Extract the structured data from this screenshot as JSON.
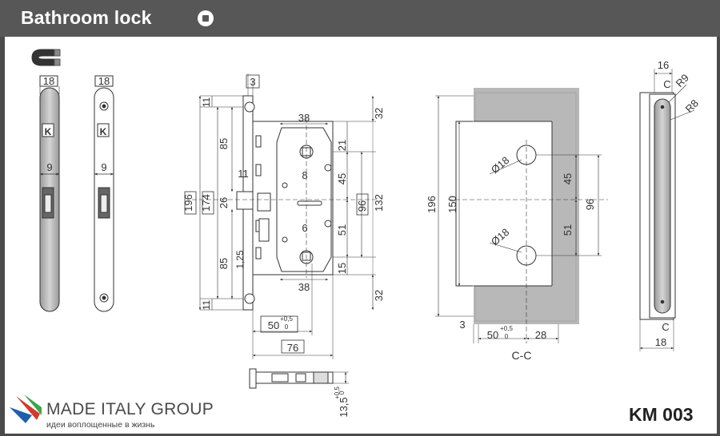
{
  "header": {
    "title": "Bathroom lock",
    "icon": "stop-circle-icon"
  },
  "faceplate": {
    "width_a": "18",
    "width_b": "18",
    "keyhole_width_a": "9",
    "keyhole_width_b": "9",
    "logo_letter": "K"
  },
  "lock_body": {
    "dims": {
      "top_thickness": "3",
      "edge_11_top": "11",
      "dim_85_top": "85",
      "dim_11_mid": "11",
      "dim_26": "26",
      "dim_196": "196",
      "dim_174": "174",
      "dim_1_25": "1,25",
      "dim_85_bottom": "85",
      "edge_11_bottom": "11",
      "dim_38_top": "38",
      "dim_8": "8",
      "dim_6": "6",
      "dim_38_bottom": "38",
      "dim_32_top": "32",
      "dim_21": "21",
      "dim_45": "45",
      "dim_96": "96",
      "dim_132": "132",
      "dim_51": "51",
      "dim_15": "15",
      "dim_32_bottom": "32",
      "backset": "50",
      "backset_tol_upper": "+0,5",
      "backset_tol_lower": "0",
      "depth": "76"
    }
  },
  "bolt_view": {
    "thickness": "13,5",
    "tol_upper": "+0,5",
    "tol_lower": "0"
  },
  "cutout": {
    "dims": {
      "dim_196": "196",
      "dim_150": "150",
      "hole_top": "Ø18",
      "hole_bottom": "Ø18",
      "dim_45": "45",
      "dim_51": "51",
      "dim_96": "96",
      "dim_3": "3",
      "dim_50": "50",
      "tol_upper": "+0,5",
      "tol_lower": "0",
      "dim_28": "28"
    },
    "section_label": "C-C"
  },
  "strike_plate": {
    "dim_16": "16",
    "label_c_top": "C",
    "r9": "R9",
    "r8": "R8",
    "label_c_bottom": "C",
    "dim_18": "18"
  },
  "brand": {
    "name": "MADE ITALY GROUP",
    "tagline": "идеи воплощенные в жизнь",
    "logo_icon": "made-italy-group-logo-icon"
  },
  "model": "KM 003",
  "colors": {
    "header_bg": "#575757",
    "frame_bg": "#4a4a4a",
    "sheet_bg": "#ffffff",
    "steel_fill": "#b8b8b8",
    "line": "#333333",
    "brand_blue": "#1f5fa8",
    "brand_red": "#d23b2e",
    "brand_green": "#3aa647"
  }
}
